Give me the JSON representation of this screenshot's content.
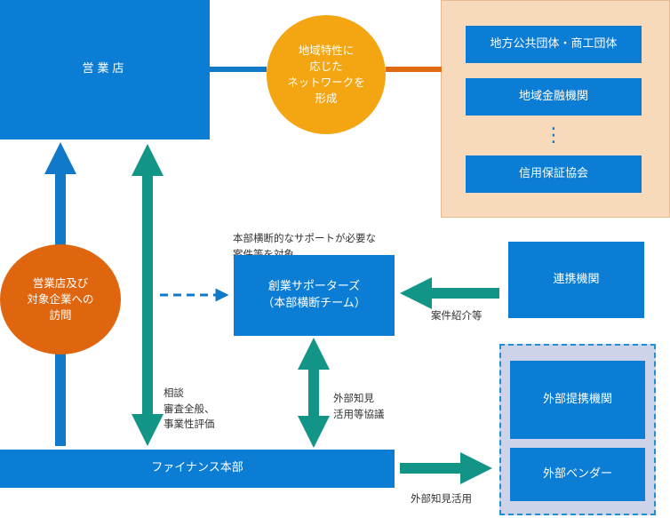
{
  "colors": {
    "box_blue": "#0b7dd4",
    "arrow_blue": "#1179c9",
    "arrow_teal": "#129487",
    "arrow_orange": "#e06a12",
    "circle_yellow": "#f3a512",
    "circle_orange": "#e0650f",
    "panel_peach": "#f7d9bc",
    "panel_lavender": "#cdd4ea"
  },
  "nodes": {
    "sales_office": "営業店",
    "network_circle": "地域特性に\n応じた\nネットワークを\n形成",
    "local_gov": "地方公共団体・商工団体",
    "regional_finance": "地域金融機関",
    "ellipsis": "⋮",
    "credit_guarantee": "信用保証協会",
    "visit_circle": "営業店及び\n対象企業への\n訪問",
    "supporters": "創業サポーターズ\n（本部横断チーム）",
    "partner_org": "連携機関",
    "external_partner": "外部提携機関",
    "external_vendor": "外部ベンダー",
    "finance_hq": "ファイナンス本部"
  },
  "labels": {
    "support_target": "本部横断的なサポートが必要な\n案件等を対象",
    "case_referral": "案件紹介等",
    "consultation": "相談\n審査全般、\n事業性評価",
    "external_knowledge_consult": "外部知見\n活用等協議",
    "external_knowledge_use": "外部知見活用"
  }
}
